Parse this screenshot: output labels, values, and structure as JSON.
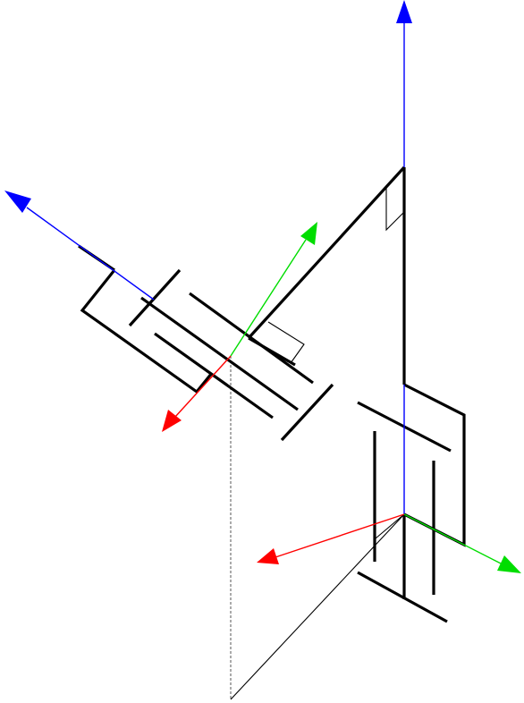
{
  "diagram": {
    "type": "kinematic-schematic",
    "background": "#ffffff",
    "link_color": "#000000",
    "axis_colors": {
      "x": "#ff0000",
      "y": "#00dd00",
      "z": "#0000ff"
    },
    "frames": [
      {
        "name": "base-frame",
        "axes": [
          "x",
          "y",
          "z"
        ]
      },
      {
        "name": "joint-frame",
        "axes": [
          "x",
          "y",
          "z"
        ]
      }
    ],
    "joints": [
      {
        "name": "revolute-joint-upper-left",
        "type": "revolute"
      },
      {
        "name": "revolute-joint-right",
        "type": "revolute"
      }
    ],
    "right_angle_markers": 2,
    "dashed_projection": true
  }
}
